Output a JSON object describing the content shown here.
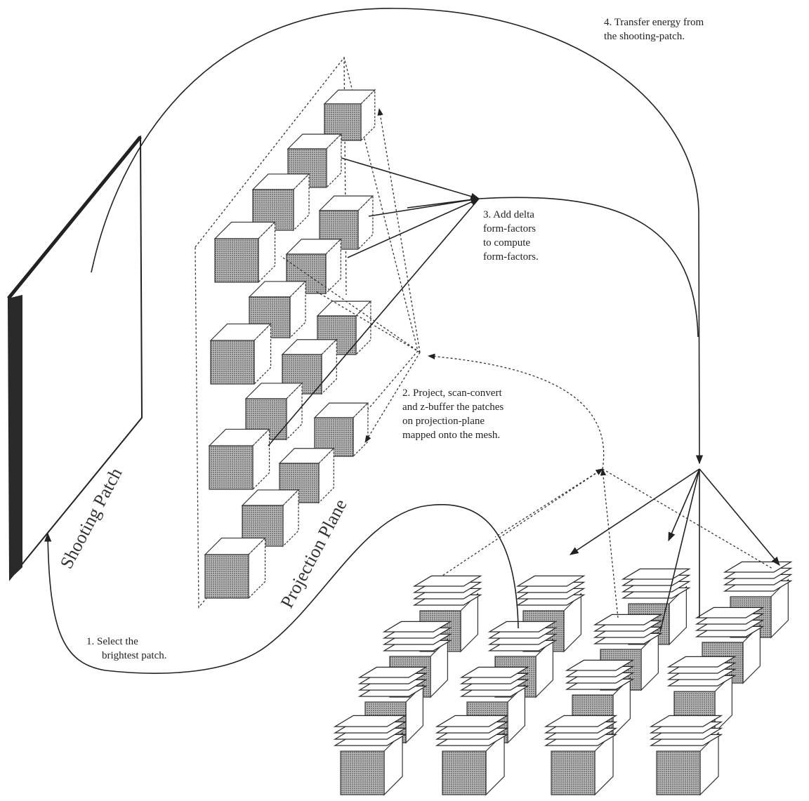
{
  "labels": {
    "shooting_patch": "Shooting Patch",
    "projection_plane": "Projection Plane"
  },
  "steps": {
    "step1": [
      "1. Select the",
      "brightest patch."
    ],
    "step2": [
      "2. Project, scan-convert",
      "and z-buffer the patches",
      "on projection-plane",
      "mapped onto the mesh."
    ],
    "step3": [
      "3. Add delta",
      "form-factors",
      "to compute",
      "form-factors."
    ],
    "step4": [
      "4. Transfer energy from",
      "the shooting-patch."
    ]
  },
  "colors": {
    "line": "#333333",
    "shade": "#8a8a8a",
    "patch_edge": "#2a2a2a"
  }
}
